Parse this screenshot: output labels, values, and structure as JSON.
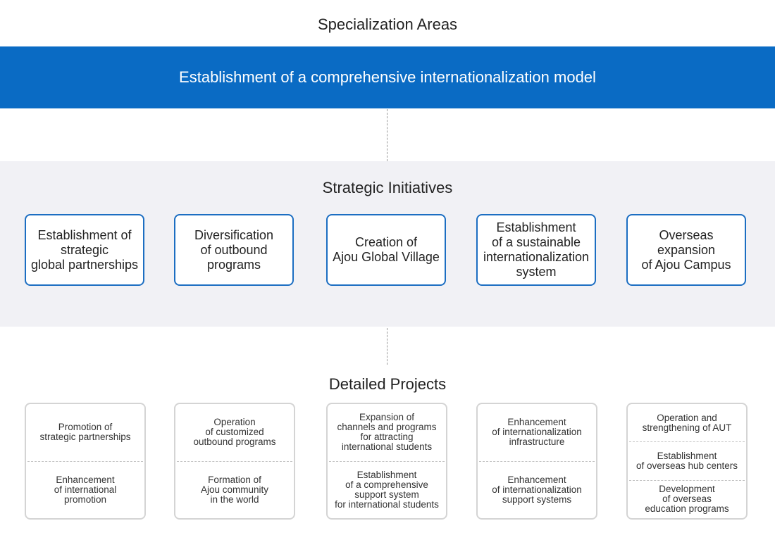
{
  "specialization": {
    "heading": "Specialization Areas",
    "banner_title": "Establishment of a comprehensive internationalization model"
  },
  "initiatives": {
    "heading": "Strategic Initiatives",
    "items": [
      {
        "label": "Establishment of\nstrategic\nglobal partnerships"
      },
      {
        "label": "Diversification\nof outbound\nprograms"
      },
      {
        "label": "Creation of\nAjou Global Village"
      },
      {
        "label": "Establishment\nof a sustainable\ninternationalization\nsystem"
      },
      {
        "label": "Overseas expansion\nof Ajou Campus"
      }
    ]
  },
  "projects": {
    "heading": "Detailed Projects",
    "columns": [
      {
        "items": [
          "Promotion of\nstrategic partnerships",
          "Enhancement\nof international\npromotion"
        ]
      },
      {
        "items": [
          "Operation\nof customized\noutbound programs",
          "Formation of\nAjou community\nin the world"
        ]
      },
      {
        "items": [
          "Expansion of\nchannels and programs\nfor attracting\ninternational students",
          "Establishment\nof a comprehensive\nsupport system\nfor international students"
        ]
      },
      {
        "items": [
          "Enhancement\nof internationalization\ninfrastructure",
          "Enhancement\nof internationalization\nsupport systems"
        ]
      },
      {
        "items": [
          "Operation and\nstrengthening of AUT",
          "Establishment\nof overseas hub centers",
          "Development\nof overseas\neducation programs"
        ]
      }
    ]
  }
}
